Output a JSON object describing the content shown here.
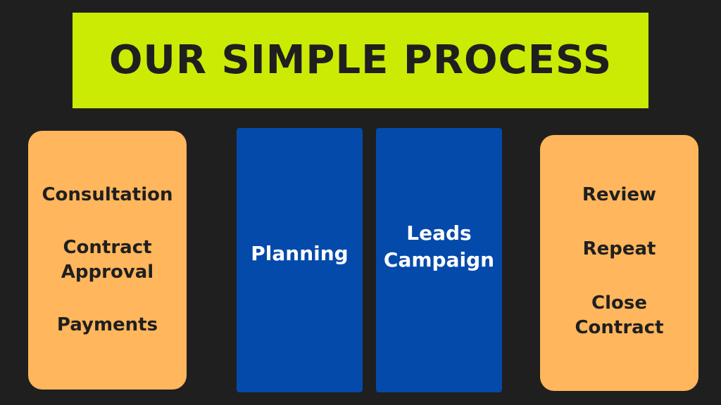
{
  "title": "OUR SIMPLE PROCESS",
  "colors": {
    "background": "#1f1f1f",
    "banner": "#cbeb05",
    "orange_card": "#ffb65c",
    "blue_card": "#044aaa",
    "dark_text": "#1f1f1f",
    "light_text": "#ffffff"
  },
  "left_card": {
    "steps": [
      {
        "lines": [
          "Consultation"
        ]
      },
      {
        "lines": [
          "Contract",
          "Approval"
        ]
      },
      {
        "lines": [
          "Payments"
        ]
      }
    ]
  },
  "center_cards": [
    {
      "lines": [
        "Planning"
      ]
    },
    {
      "lines": [
        "Leads",
        "Campaign"
      ]
    }
  ],
  "right_card": {
    "steps": [
      {
        "lines": [
          "Review"
        ]
      },
      {
        "lines": [
          "Repeat"
        ]
      },
      {
        "lines": [
          "Close",
          "Contract"
        ]
      }
    ]
  }
}
